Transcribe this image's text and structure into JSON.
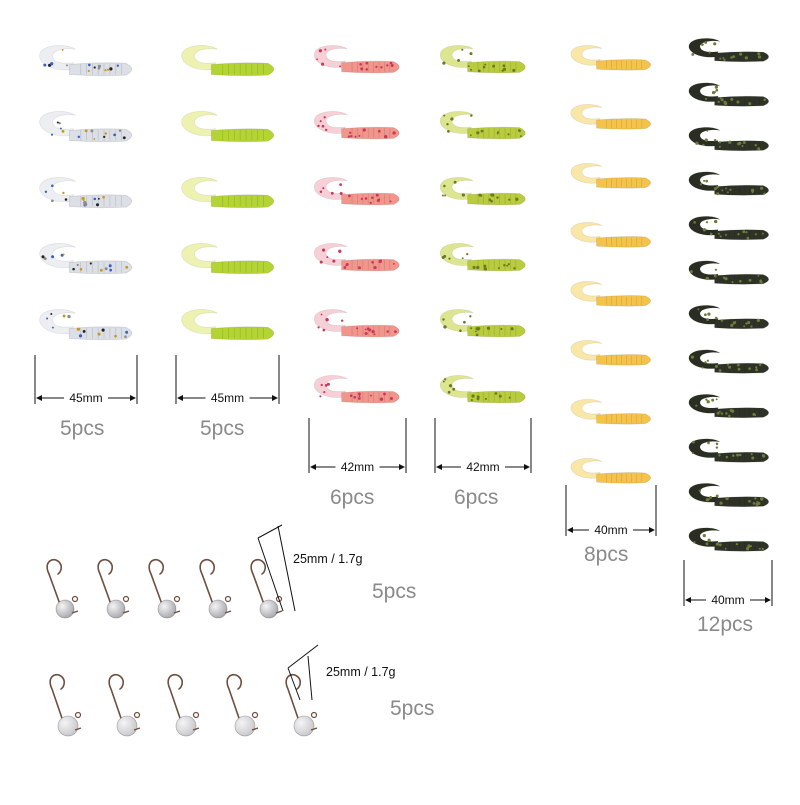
{
  "lure_groups": [
    {
      "name": "clear-glitter-grub",
      "body_color": "#dcdfe6",
      "tail_color": "#eceef2",
      "fleck_colors": [
        "#3a5fbf",
        "#c9961f",
        "#222222",
        "#8a8a8a"
      ],
      "count_label": "5pcs",
      "size_label": "45mm",
      "quantity": 5
    },
    {
      "name": "chartreuse-grub",
      "body_color": "#b4d433",
      "tail_color": "#eef2b0",
      "fleck_colors": [],
      "count_label": "5pcs",
      "size_label": "45mm",
      "quantity": 5
    },
    {
      "name": "pink-grub",
      "body_color": "#f2968c",
      "tail_color": "#f7cfd6",
      "fleck_colors": [
        "#c53a5a"
      ],
      "count_label": "6pcs",
      "size_label": "42mm",
      "quantity": 6
    },
    {
      "name": "lime-glitter-grub",
      "body_color": "#b9cc3e",
      "tail_color": "#dde591",
      "fleck_colors": [
        "#6b7a1e"
      ],
      "count_label": "6pcs",
      "size_label": "42mm",
      "quantity": 6
    },
    {
      "name": "yellow-grub",
      "body_color": "#f6c34a",
      "tail_color": "#f9e7a8",
      "fleck_colors": [],
      "count_label": "8pcs",
      "size_label": "40mm",
      "quantity": 8
    },
    {
      "name": "dark-olive-grub",
      "body_color": "#2f3327",
      "tail_color": "#2a2e22",
      "fleck_colors": [
        "#6e7a3a"
      ],
      "count_label": "12pcs",
      "size_label": "40mm",
      "quantity": 12
    }
  ],
  "jig_rows": [
    {
      "name": "jig-heads-round",
      "count_label": "5pcs",
      "size_label": "25mm / 1.7g",
      "quantity": 5,
      "head_color": "#a7a7ad",
      "hook_color": "#6e4e3e"
    },
    {
      "name": "jig-heads-bullet",
      "count_label": "5pcs",
      "size_label": "25mm / 1.7g",
      "quantity": 5,
      "head_color": "#c8c8cc",
      "hook_color": "#6e4e3e"
    }
  ]
}
